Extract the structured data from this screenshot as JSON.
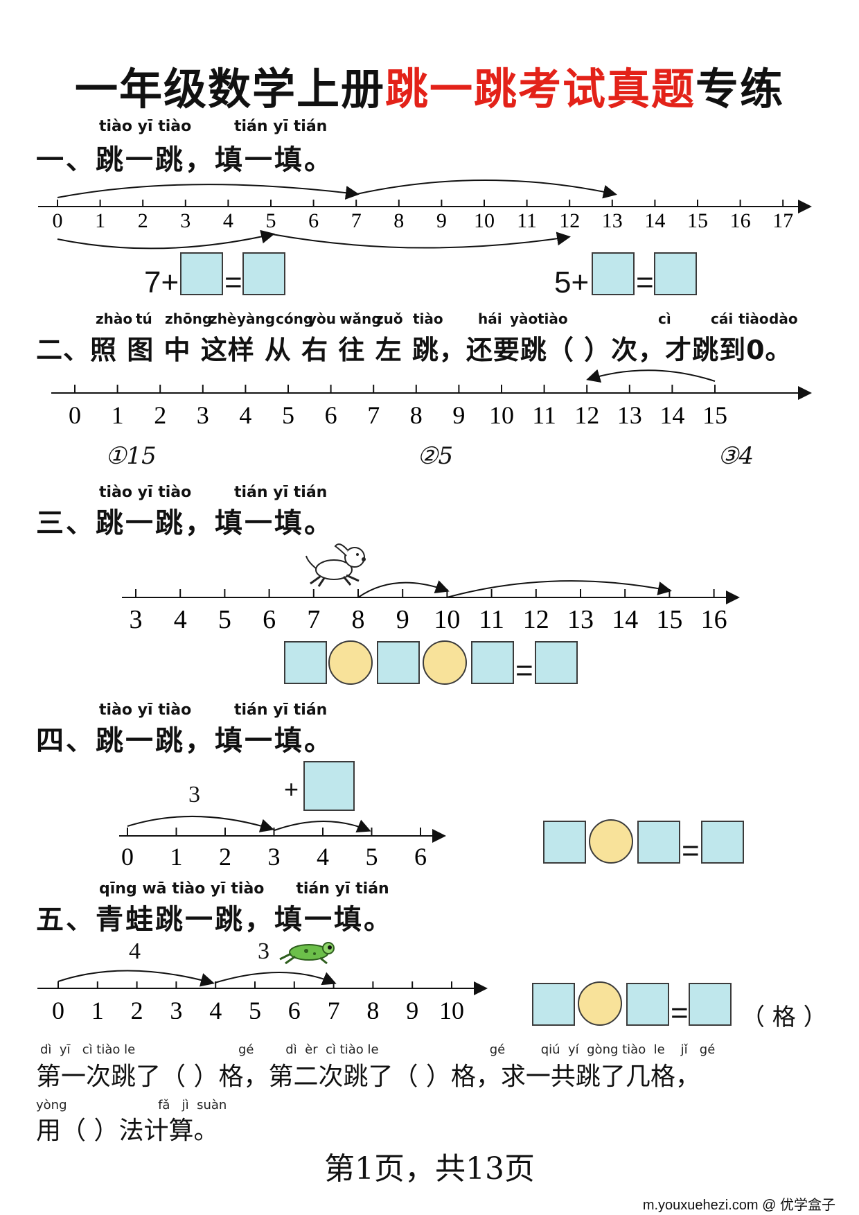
{
  "title": {
    "part1": "一年级数学上册",
    "part2": "跳一跳考试真题",
    "part3": "专练"
  },
  "q1": {
    "pinyin_a": "tiào yī tiào",
    "pinyin_b": "tián yī tián",
    "heading": "一、跳一跳，填一填。",
    "numbers": [
      "0",
      "1",
      "2",
      "3",
      "4",
      "5",
      "6",
      "7",
      "8",
      "9",
      "10",
      "11",
      "12",
      "13",
      "14",
      "15",
      "16",
      "17"
    ],
    "eq1_prefix": "7+",
    "eq2_prefix": "5+",
    "equals": "="
  },
  "q2": {
    "pinyin": [
      {
        "t": "zhào"
      },
      {
        "t": "tú"
      },
      {
        "t": "zhōng"
      },
      {
        "t": "zhè"
      },
      {
        "t": "yàng"
      },
      {
        "t": "cóng"
      },
      {
        "t": "yòu"
      },
      {
        "t": "wǎng"
      },
      {
        "t": "zuǒ"
      },
      {
        "t": "tiào"
      },
      {
        "t": "hái"
      },
      {
        "t": "yào"
      },
      {
        "t": "tiào"
      },
      {
        "t": "cì"
      },
      {
        "t": "cái"
      },
      {
        "t": "tiào"
      },
      {
        "t": "dào"
      }
    ],
    "heading": "二、照 图 中 这样 从 右 往 左 跳，还要跳（     ）次，才跳到0。",
    "numbers": [
      "0",
      "1",
      "2",
      "3",
      "4",
      "5",
      "6",
      "7",
      "8",
      "9",
      "10",
      "11",
      "12",
      "13",
      "14",
      "15"
    ],
    "options": [
      "①15",
      "②5",
      "③4"
    ]
  },
  "q3": {
    "pinyin_a": "tiào yī tiào",
    "pinyin_b": "tián yī tián",
    "heading": "三、跳一跳，填一填。",
    "numbers": [
      "3",
      "4",
      "5",
      "6",
      "7",
      "8",
      "9",
      "10",
      "11",
      "12",
      "13",
      "14",
      "15",
      "16"
    ],
    "equals": "="
  },
  "q4": {
    "pinyin_a": "tiào yī tiào",
    "pinyin_b": "tián yī tián",
    "heading": "四、跳一跳，填一填。",
    "numbers": [
      "0",
      "1",
      "2",
      "3",
      "4",
      "5",
      "6"
    ],
    "jump_label": "3",
    "plus": "+",
    "equals": "="
  },
  "q5": {
    "pinyin": "qīng wā tiào yī tiào      tián yī tián",
    "heading": "五、青蛙跳一跳，填一填。",
    "numbers": [
      "0",
      "1",
      "2",
      "3",
      "4",
      "5",
      "6",
      "7",
      "8",
      "9",
      "10"
    ],
    "jump1": "4",
    "jump2": "3",
    "equals": "=",
    "unit": "（ 格 ）",
    "line1_pinyin": "dì  yī   cì tiào le                          gé        dì  èr  cì tiào le                            gé         qiú  yí  gòng tiào  le    jǐ   gé",
    "line1": "第一次跳了（      ）格，第二次跳了（      ）格，求一共跳了几格，",
    "line2_pinyin": "yòng                       fǎ   jì  suàn",
    "line2": "用（      ）法计算。"
  },
  "footer": "第1页，共13页",
  "watermark": "m.youxuehezi.com @ 优学盒子",
  "colors": {
    "box": "#bfe7ec",
    "circle": "#f8e29a",
    "red": "#e32219"
  }
}
